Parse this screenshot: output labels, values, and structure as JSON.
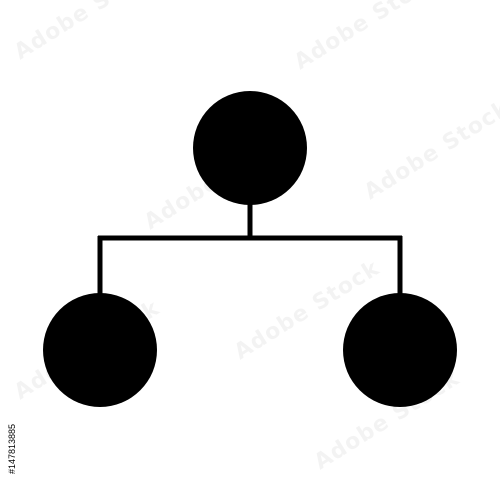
{
  "diagram": {
    "icon": "hierarchy-org-chart-icon",
    "fill_color": "#000000",
    "background_color": "#ffffff",
    "nodes": [
      {
        "id": "top-node"
      },
      {
        "id": "bottom-left-node"
      },
      {
        "id": "bottom-right-node"
      }
    ],
    "edges": [
      {
        "from": "top-node",
        "to": "bottom-left-node"
      },
      {
        "from": "top-node",
        "to": "bottom-right-node"
      }
    ]
  },
  "watermark": {
    "text": "Adobe Stock",
    "stock_id": "#147813885"
  }
}
